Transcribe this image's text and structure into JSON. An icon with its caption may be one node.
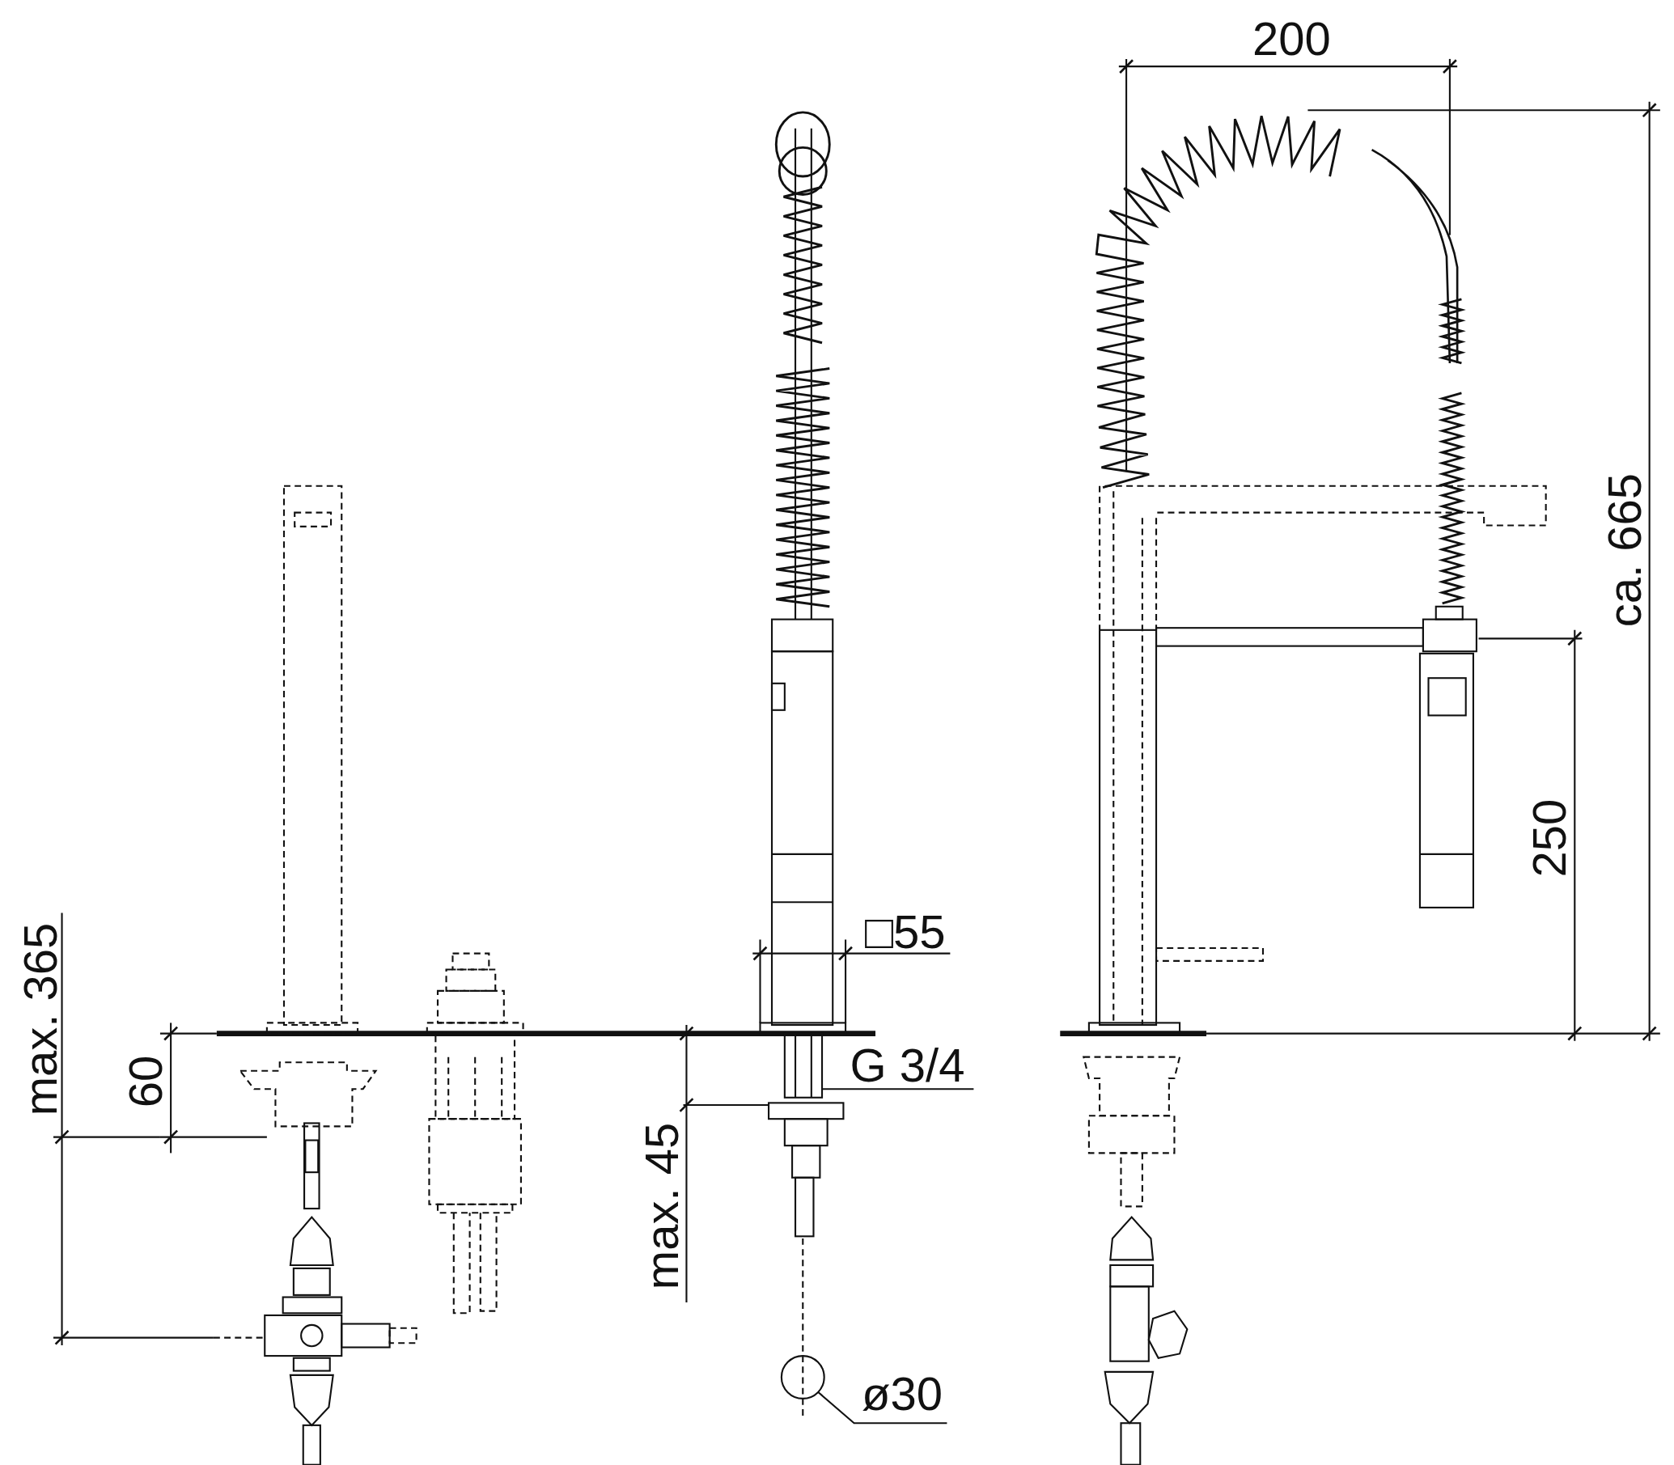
{
  "diagram": {
    "nodes": [
      {
        "text": [
          "ø30"
        ]
      },
      {
        "text": [],
        "shape": "circle"
      }
    ],
    "edges": [
      {
        "from": 0,
        "to": 1,
        "arrow": "none"
      }
    ],
    "labels": [
      "200",
      "ca. 665",
      "250",
      "□55",
      "max. 365",
      "G 3/4",
      "60",
      "max. 45"
    ]
  }
}
